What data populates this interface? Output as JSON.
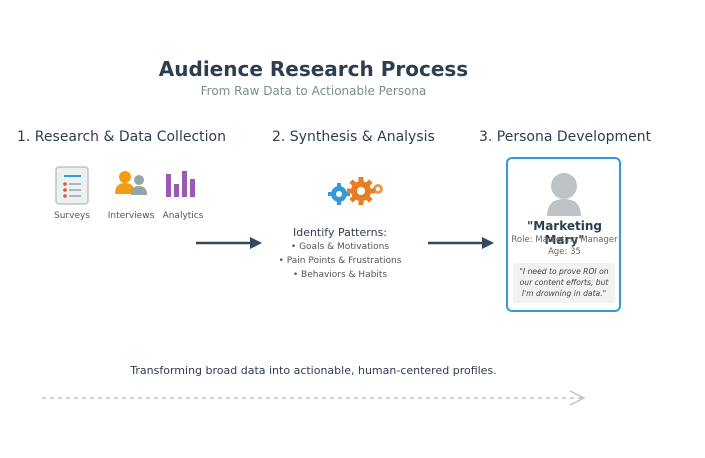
{
  "title": "Audience Research Process",
  "subtitle": "From Raw Data to Actionable Persona",
  "stages": [
    {
      "heading": "1. Research & Data Collection",
      "sources": [
        {
          "label": "Surveys",
          "icon": "survey-clipboard-icon"
        },
        {
          "label": "Interviews",
          "icon": "people-icon"
        },
        {
          "label": "Analytics",
          "icon": "bar-chart-icon"
        }
      ]
    },
    {
      "heading": "2. Synthesis & Analysis",
      "icon": "gears-icon",
      "patterns_heading": "Identify Patterns:",
      "patterns": [
        "• Goals & Motivations",
        "• Pain Points & Frustrations",
        "• Behaviors & Habits"
      ]
    },
    {
      "heading": "3. Persona Development",
      "persona": {
        "name": "\"Marketing Mary\"",
        "role": "Role: Marketing Manager",
        "age": "Age: 35",
        "quote": "\"I need to prove ROI on our content efforts, but I'm drowning in data.\""
      }
    }
  ],
  "footer": "Transforming broad data into actionable, human-centered profiles.",
  "colors": {
    "heading": "#2c3e50",
    "accent_blue": "#3498db",
    "orange": "#e67e22",
    "purple": "#9b59b6",
    "gray": "#7f8c8d"
  }
}
